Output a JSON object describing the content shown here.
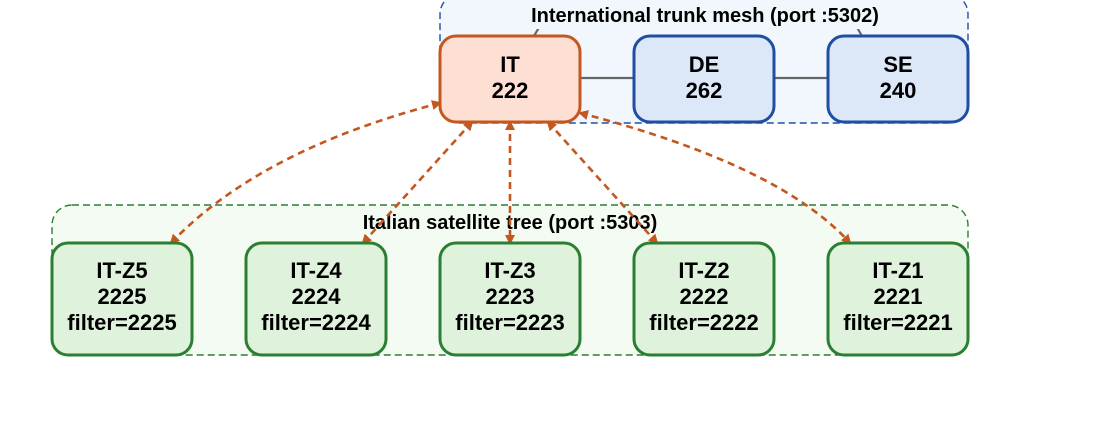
{
  "groups": {
    "trunk": {
      "label": "International trunk mesh (port :5302)"
    },
    "satellite": {
      "label": "Italian satellite tree (port :5303)"
    }
  },
  "nodes": {
    "it": {
      "name": "IT",
      "id": "222"
    },
    "de": {
      "name": "DE",
      "id": "262"
    },
    "se": {
      "name": "SE",
      "id": "240"
    },
    "z5": {
      "name": "IT-Z5",
      "id": "2225",
      "filter": "filter=2225"
    },
    "z4": {
      "name": "IT-Z4",
      "id": "2224",
      "filter": "filter=2224"
    },
    "z3": {
      "name": "IT-Z3",
      "id": "2223",
      "filter": "filter=2223"
    },
    "z2": {
      "name": "IT-Z2",
      "id": "2222",
      "filter": "filter=2222"
    },
    "z1": {
      "name": "IT-Z1",
      "id": "2221",
      "filter": "filter=2221"
    }
  },
  "colors": {
    "hub_fill": "#fde0d3",
    "hub_stroke": "#c4571f",
    "trunk_fill": "#dce8f8",
    "trunk_stroke": "#1f4ea3",
    "trunk_group_fill": "#f2f7fd",
    "satellite_fill": "#dff2dc",
    "satellite_stroke": "#2a7f33",
    "satellite_group_fill": "#f4fbf3",
    "link": "#c4571f",
    "mesh_link": "#666666"
  }
}
